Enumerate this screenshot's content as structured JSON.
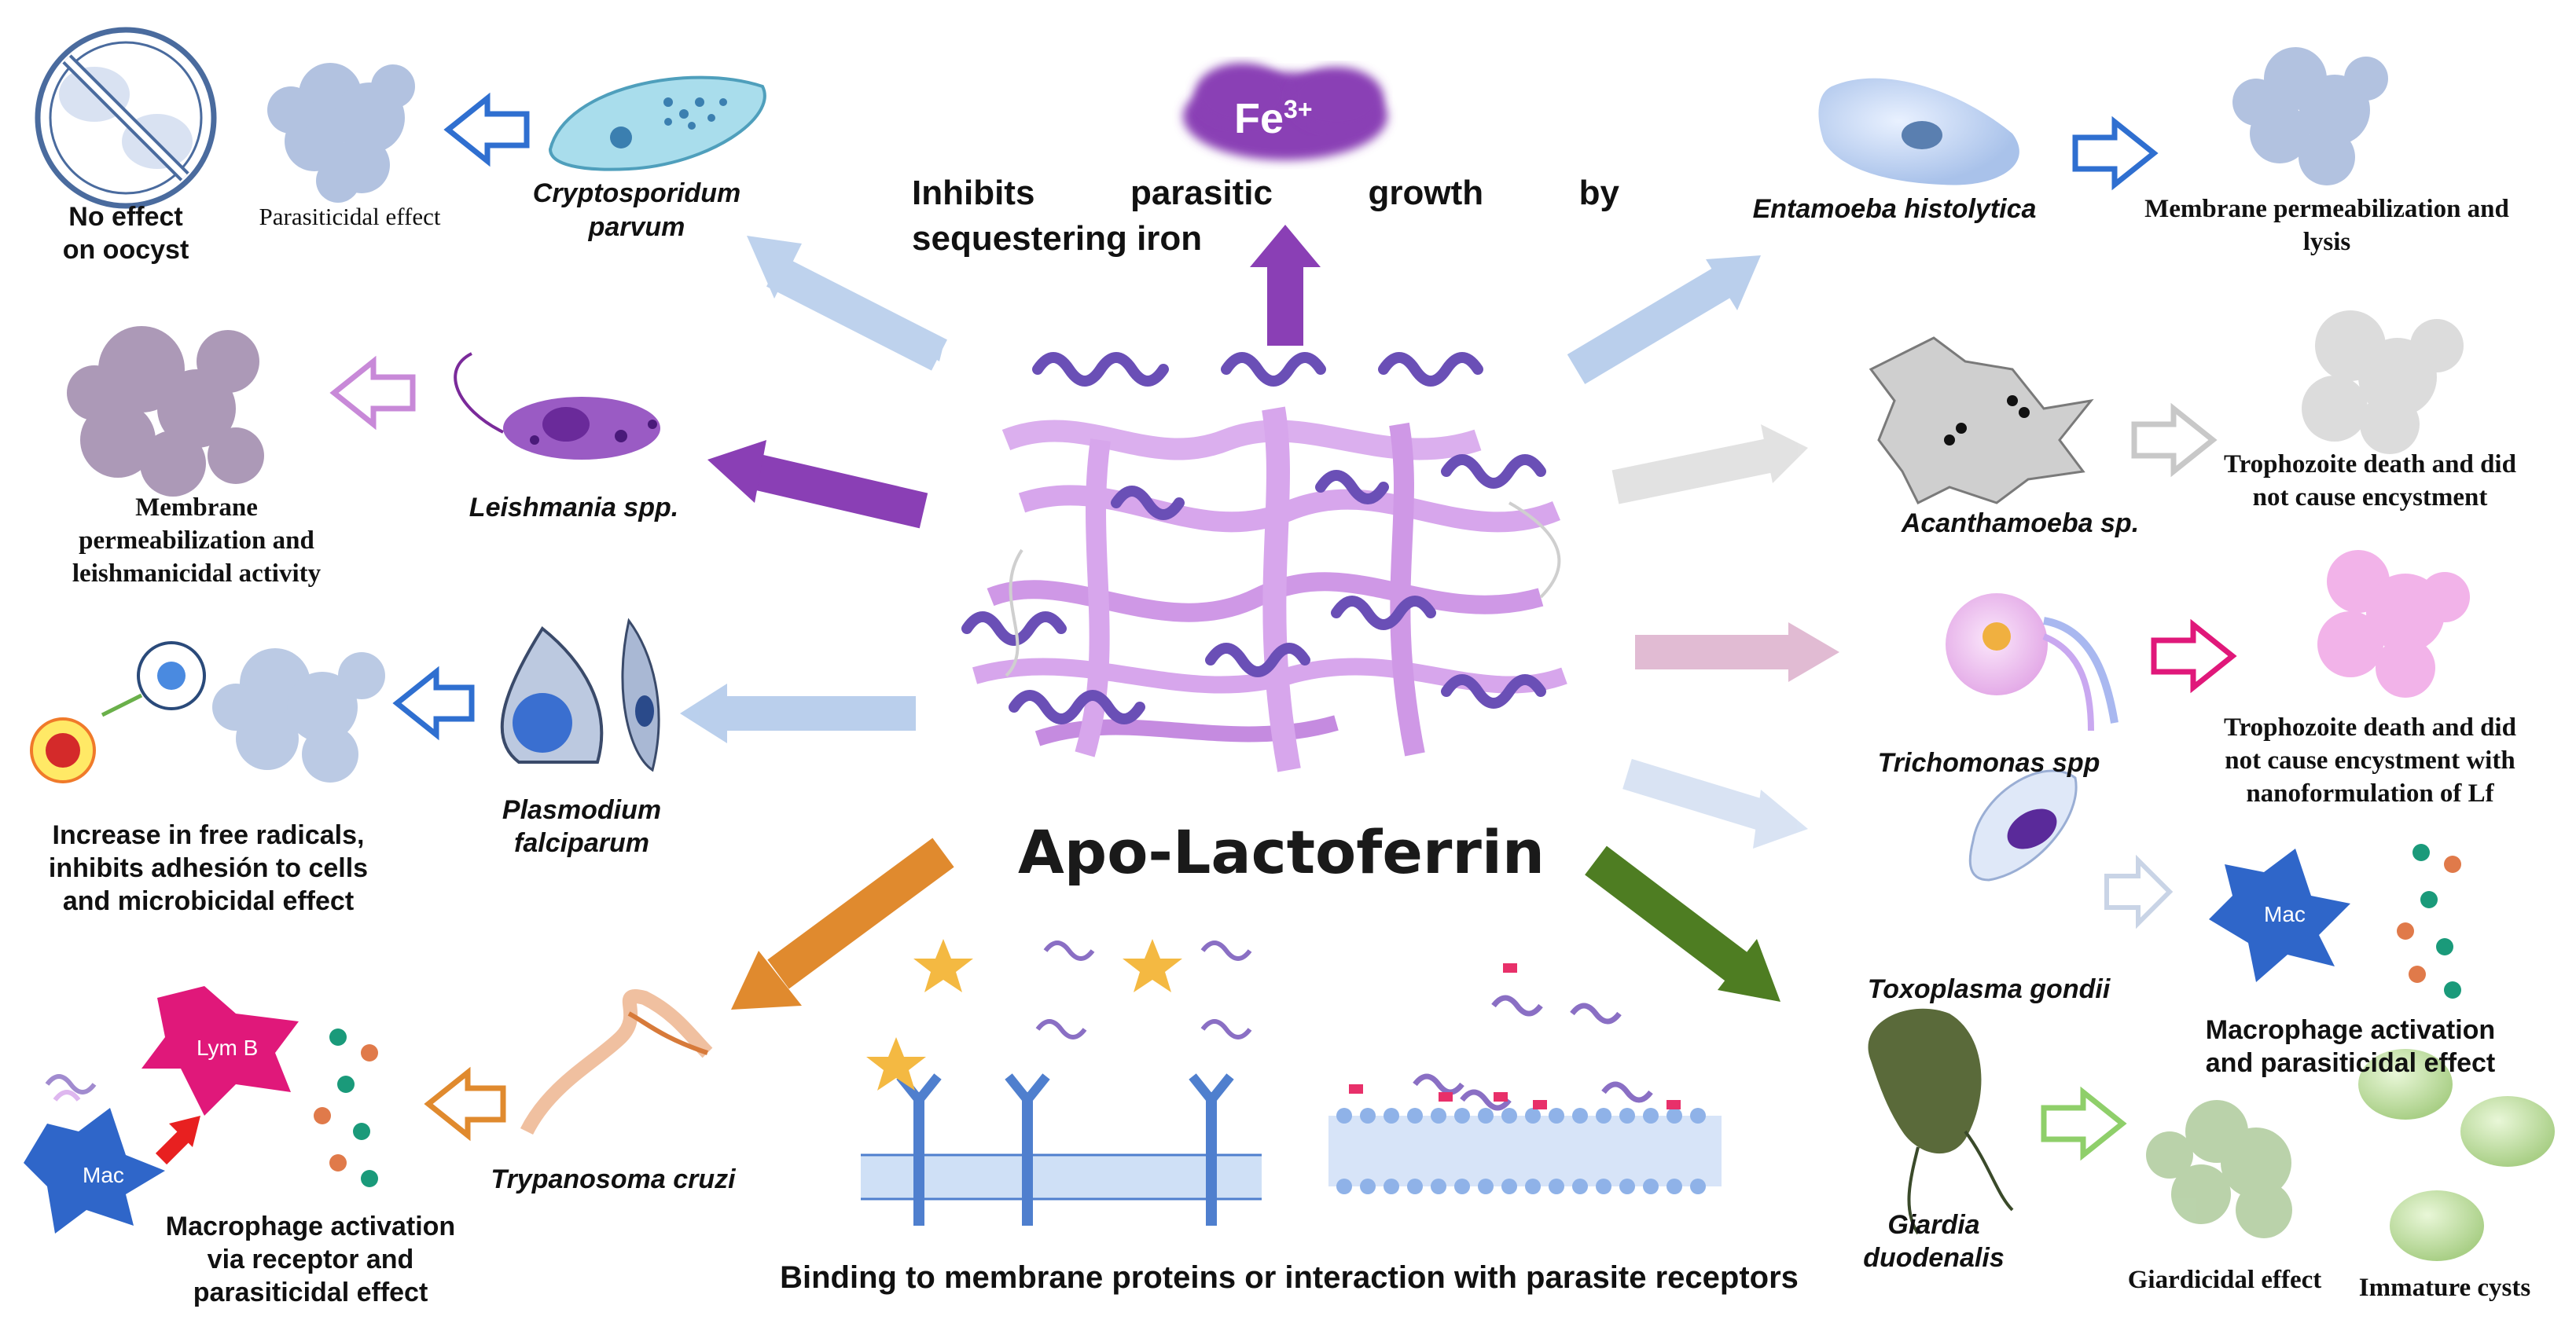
{
  "center": {
    "title": "Apo-Lactoferrin",
    "iron_text_line1": "Inhibits parasitic growth by",
    "iron_text_line2": "sequestering iron",
    "iron_symbol": "Fe",
    "iron_charge": "3+",
    "binding_text": "Binding to membrane proteins or interaction with parasite receptors"
  },
  "left": {
    "cryptosporidium": {
      "name_line1": "Cryptosporidum",
      "name_line2": "parvum",
      "effect": "Parasiticidal effect",
      "oocyst_line1": "No effect",
      "oocyst_line2": "on oocyst"
    },
    "leishmania": {
      "name": "Leishmania spp.",
      "effect_line1": "Membrane",
      "effect_line2": "permeabilization and",
      "effect_line3": "leishmanicidal activity"
    },
    "plasmodium": {
      "name_line1": "Plasmodium",
      "name_line2": "falciparum",
      "effect_line1": "Increase in free radicals,",
      "effect_line2": "inhibits adhesión to cells",
      "effect_line3": "and microbicidal effect"
    },
    "trypanosoma": {
      "name": "Trypanosoma cruzi",
      "effect_line1": "Macrophage activation",
      "effect_line2": "via receptor and",
      "effect_line3": "parasiticidal effect",
      "lymb_label": "Lym B",
      "mac_label": "Mac"
    }
  },
  "right": {
    "entamoeba": {
      "name": "Entamoeba histolytica",
      "effect_line1": "Membrane permeabilization and",
      "effect_line2": "lysis"
    },
    "acanthamoeba": {
      "name": "Acanthamoeba sp.",
      "effect_line1": "Trophozoite death and did",
      "effect_line2": "not cause encystment"
    },
    "trichomonas": {
      "name": "Trichomonas spp",
      "effect_line1": "Trophozoite death and did",
      "effect_line2": "not cause encystment with",
      "effect_line3": "nanoformulation of Lf"
    },
    "toxoplasma": {
      "name": "Toxoplasma gondii",
      "effect_line1": "Macrophage activation",
      "effect_line2": "and parasiticidal effect",
      "mac_label": "Mac"
    },
    "giardia": {
      "name_line1": "Giardia",
      "name_line2": "duodenalis",
      "effect1": "Giardicidal effect",
      "effect2": "Immature cysts"
    }
  },
  "colors": {
    "lf_dark": "#6a4fb6",
    "lf_light": "#d7a6ec",
    "purple_arrow": "#8a3fb5",
    "orange_arrow": "#e08a2e",
    "green_arrow": "#4e7d22",
    "blue_arrow": "#9fc0e6",
    "membrane_blue": "#4f7fce",
    "mac_blue": "#2f66c9",
    "lymb_magenta": "#e0187a"
  }
}
